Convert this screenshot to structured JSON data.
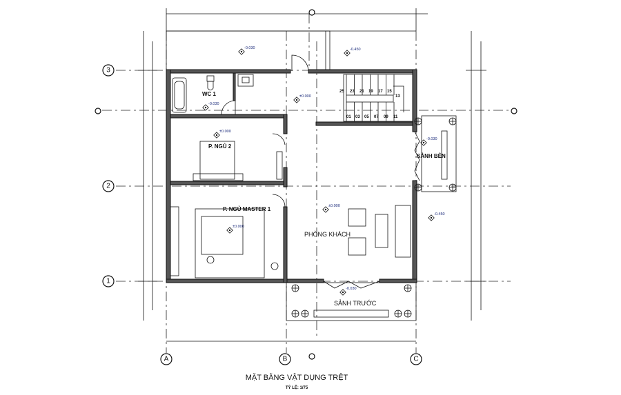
{
  "drawing": {
    "title": "MẶT BẰNG VẬT DỤNG TRỆT",
    "scale": "TỶ LỆ: 1/75"
  },
  "grid": {
    "columns": [
      "A",
      "B",
      "C"
    ],
    "rows": [
      "3",
      "2",
      "1"
    ]
  },
  "rooms": {
    "wc": "WC 1",
    "bedroom2": "P. NGỦ 2",
    "master": "P. NGỦ MASTER 1",
    "living": "PHÒNG KHÁCH",
    "front_lobby": "SẢNH TRƯỚC",
    "side_lobby": "SẢNH BÊN"
  },
  "levels": {
    "yard_left": "-0.030",
    "yard_right": "-0.450",
    "wc": "-0.030",
    "hall": "±0.000",
    "bedroom2": "±0.000",
    "master": "±0.000",
    "living": "±0.000",
    "side_lobby": "-0.030",
    "outside_right": "-0.450",
    "front_lobby": "-0.030"
  },
  "stairs": {
    "top": [
      "25",
      "23",
      "21",
      "19",
      "17",
      "15",
      "13"
    ],
    "bottom": [
      "01",
      "03",
      "05",
      "07",
      "09",
      "11"
    ]
  },
  "colors": {
    "lines": "#111111",
    "wall_fill": "#555555",
    "level_text": "#1a2a7a"
  }
}
